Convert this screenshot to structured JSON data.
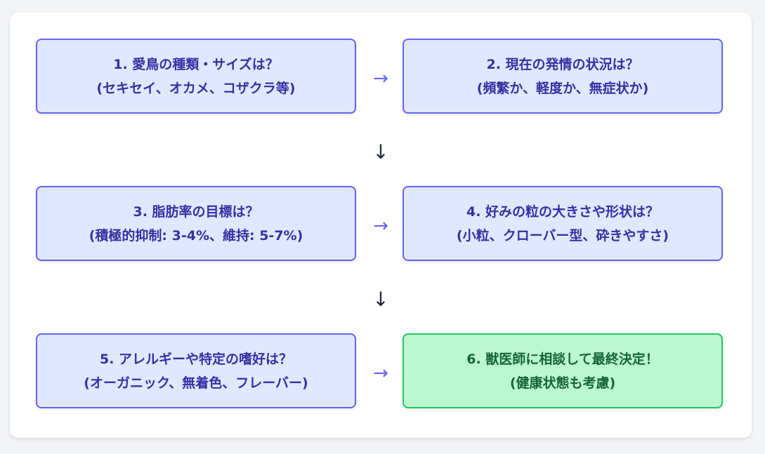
{
  "steps": [
    {
      "title": "1. 愛鳥の種類・サイズは？",
      "detail": "(セキセイ、オカメ、コザクラ等)"
    },
    {
      "title": "2. 現在の発情の状況は？",
      "detail": "(頻繁か、軽度か、無症状か)"
    },
    {
      "title": "3. 脂肪率の目標は？",
      "detail": "(積極的抑制: 3-4%、維持: 5-7%)"
    },
    {
      "title": "4. 好みの粒の大きさや形状は？",
      "detail": "(小粒、クローバー型、砕きやすさ)"
    },
    {
      "title": "5. アレルギーや特定の嗜好は？",
      "detail": "(オーガニック、無着色、フレーバー)"
    },
    {
      "title": "6. 獣医師に相談して最終決定！",
      "detail": "(健康状態も考慮)"
    }
  ],
  "arrows": {
    "right": "→",
    "down": "↓"
  },
  "colors": {
    "step_fill": "#e0e7ff",
    "step_border": "#6366f1",
    "step_text": "#3730a3",
    "final_fill": "#bbf7d0",
    "final_border": "#22c55e",
    "final_text": "#166534"
  }
}
